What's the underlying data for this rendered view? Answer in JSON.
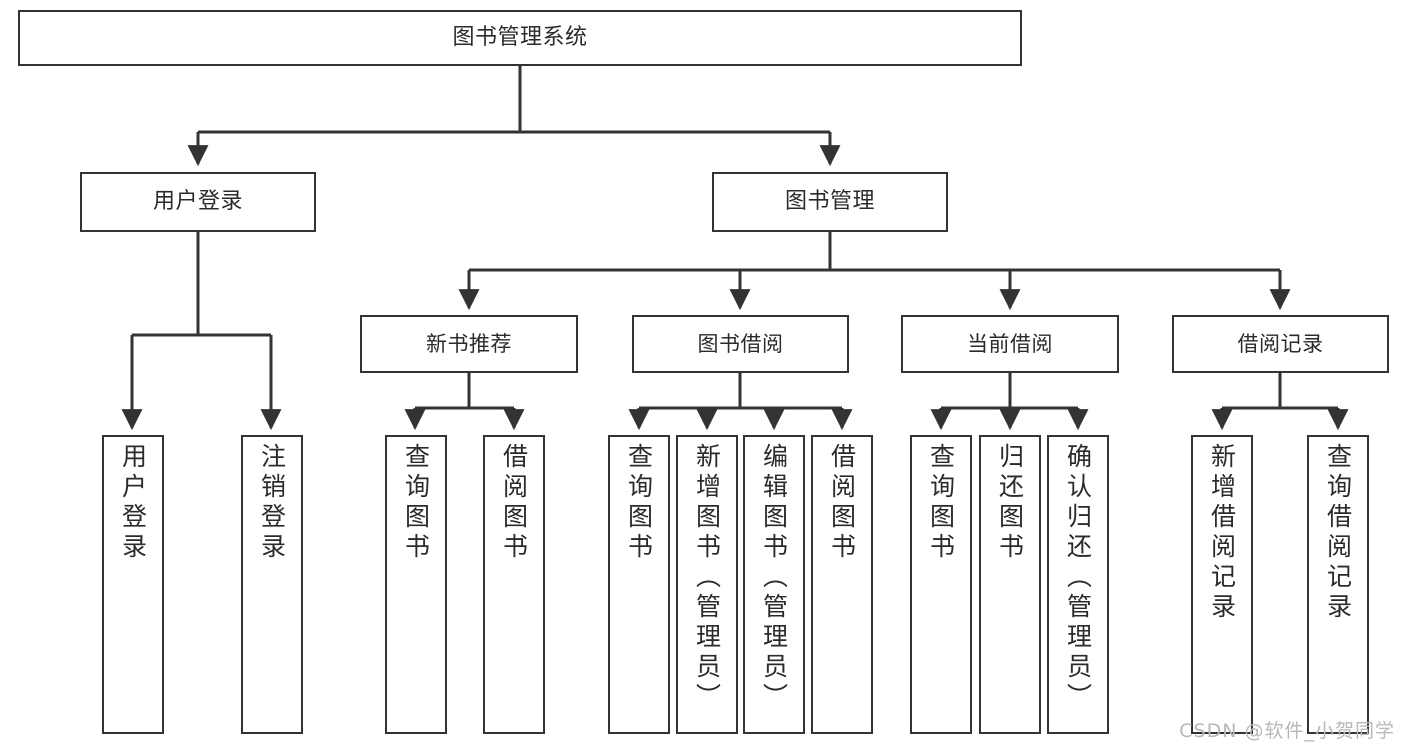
{
  "diagram": {
    "title": "图书管理系统",
    "type": "tree",
    "watermark": "CSDN @软件_小贺同学",
    "colors": {
      "box_border": "#333333",
      "box_fill": "#ffffff",
      "edge": "#333333",
      "text": "#2b2b2b",
      "watermark": "#b8b8b8",
      "background": "#ffffff"
    },
    "nodes": {
      "root": {
        "label": "图书管理系统"
      },
      "level1": [
        {
          "label": "用户登录"
        },
        {
          "label": "图书管理"
        }
      ],
      "level2": [
        {
          "label": "新书推荐"
        },
        {
          "label": "图书借阅"
        },
        {
          "label": "当前借阅"
        },
        {
          "label": "借阅记录"
        }
      ],
      "leaves": {
        "user_login": [
          {
            "label": "用户登录"
          },
          {
            "label": "注销登录"
          }
        ],
        "new_book_recommend": [
          {
            "label": "查询图书"
          },
          {
            "label": "借阅图书"
          }
        ],
        "book_borrow": [
          {
            "label": "查询图书"
          },
          {
            "label": "新增图书（管理员）"
          },
          {
            "label": "编辑图书（管理员）"
          },
          {
            "label": "借阅图书"
          }
        ],
        "current_borrow": [
          {
            "label": "查询图书"
          },
          {
            "label": "归还图书"
          },
          {
            "label": "确认归还（管理员）"
          }
        ],
        "borrow_record": [
          {
            "label": "新增借阅记录"
          },
          {
            "label": "查询借阅记录"
          }
        ]
      }
    }
  }
}
